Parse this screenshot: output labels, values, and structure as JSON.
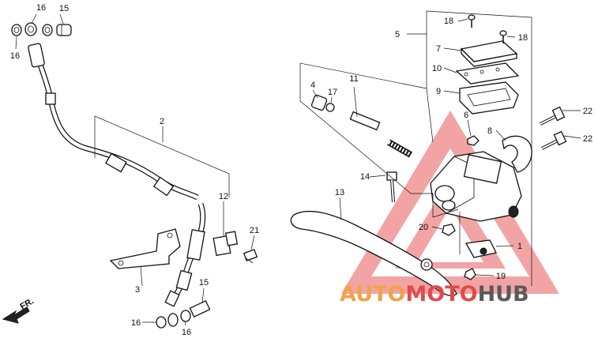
{
  "labels": {
    "p16a": "16",
    "p15a": "15",
    "p16b": "16",
    "p2": "2",
    "p3": "3",
    "p12": "12",
    "p21": "21",
    "p15b": "15",
    "p16c": "16",
    "p16d": "16",
    "p13": "13",
    "p14": "14",
    "p4": "4",
    "p17": "17",
    "p11": "11",
    "p5": "5",
    "p18a": "18",
    "p18b": "18",
    "p7": "7",
    "p10": "10",
    "p9": "9",
    "p6": "6",
    "p8": "8",
    "p22a": "22",
    "p22b": "22",
    "p20": "20",
    "p1": "1",
    "p19": "19"
  },
  "direction": {
    "label": "FR."
  },
  "watermark": {
    "part1": "AUTO",
    "part2": "MOTO",
    "part3": "HUB",
    "colors": {
      "auto": "#f0a24a",
      "moto": "#e24a4a",
      "hub": "#5a5a5a",
      "triangle": "#e95a5a"
    }
  }
}
